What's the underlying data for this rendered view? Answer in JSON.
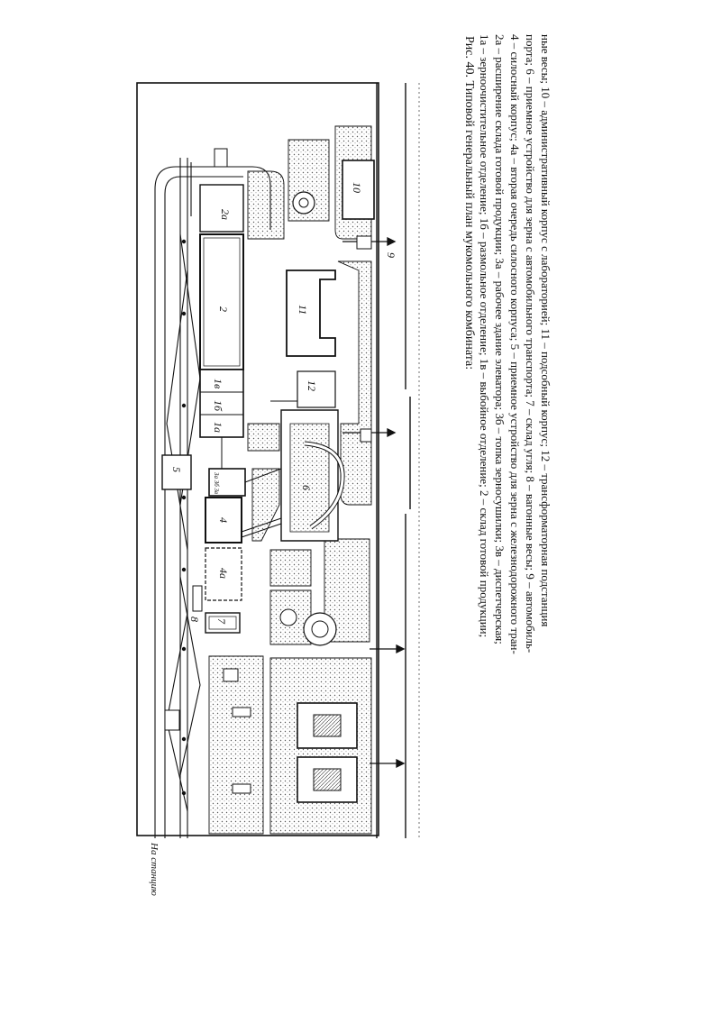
{
  "figure": {
    "title": "Рис. 40. Типовой генеральный план мукомольного комбината:",
    "caption_lines": [
      "1а – зерноочистительное отделение; 1б – размольное отделение; 1в – выбойное отделение; 2 – склад готовой продукции;",
      "2а – расширение склада готовой продукции; 3а – рабочее здание элеватора; 3б – топка зерносушилки; 3в – диспетчерская;",
      "4 – силосный корпус; 4а – вторая очередь силосного корпуса; 5 – приемное устройство для зерна с железнодорожного тран-",
      "порта; 6 – приемное устройство для зерна с автомобильного транспорта; 7 – склад угля; 8 – вагонные весы; 9 – автомобиль-",
      "ные весы; 10 – административный корпус с лабораторией; 11 – подсобный корпус; 12 – трансформаторная подстанция"
    ],
    "station_label": "На станцию",
    "labels": {
      "b1a": "1а",
      "b1b": "1б",
      "b1v": "1в",
      "b2": "2",
      "b2a": "2а",
      "b3": "3а 3б 3в",
      "b4": "4",
      "b4a": "4а",
      "b5": "5",
      "b6": "6",
      "b7": "7",
      "b8": "8",
      "b9": "9",
      "b10": "10",
      "b11": "11",
      "b12": "12"
    }
  }
}
